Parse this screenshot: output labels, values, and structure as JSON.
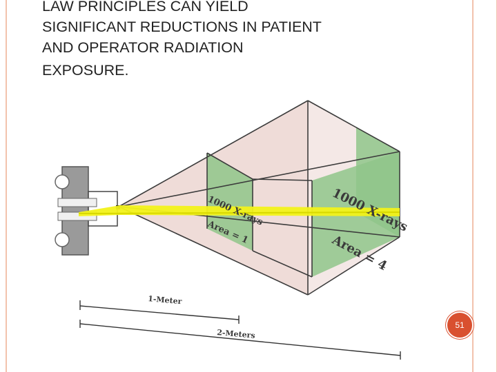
{
  "slide": {
    "title_lines": [
      "LAW PRINCIPLES CAN YIELD",
      "SIGNIFICANT REDUCTIONS IN PATIENT",
      "AND OPERATOR RADIATION",
      "EXPOSURE."
    ],
    "page_number": "51"
  },
  "figure": {
    "near_plane_label_1": "1000 X-rays",
    "near_plane_label_2": "Area = 1",
    "far_plane_label_1": "1000 X-rays",
    "far_plane_label_2": "Area = 4",
    "distance_label_1": "1-Meter",
    "distance_label_2": "2-Meters"
  },
  "colors": {
    "accent": "#d9502f",
    "border": "#f2c2ac",
    "plane_green": "#8fc58a",
    "beam_yellow": "#f2f21a",
    "cone_pink": "#f3e6e3"
  }
}
